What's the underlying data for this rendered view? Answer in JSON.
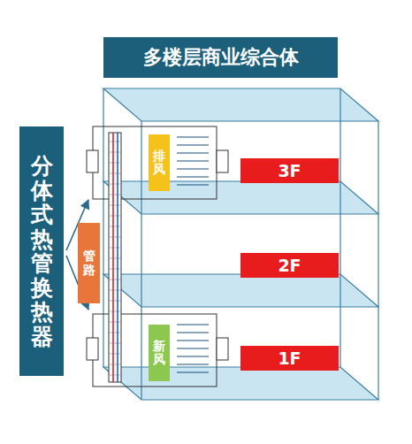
{
  "diagram": {
    "title": "多楼层商业综合体",
    "nodes": [
      {
        "text": [
          "分体式热管换热器"
        ]
      },
      {
        "text": [
          "管路"
        ]
      },
      {
        "text": [
          "排风"
        ]
      },
      {
        "text": [
          "新风"
        ]
      },
      {
        "text": [
          "3F"
        ]
      },
      {
        "text": [
          "2F"
        ]
      },
      {
        "text": [
          "1F"
        ]
      }
    ]
  }
}
